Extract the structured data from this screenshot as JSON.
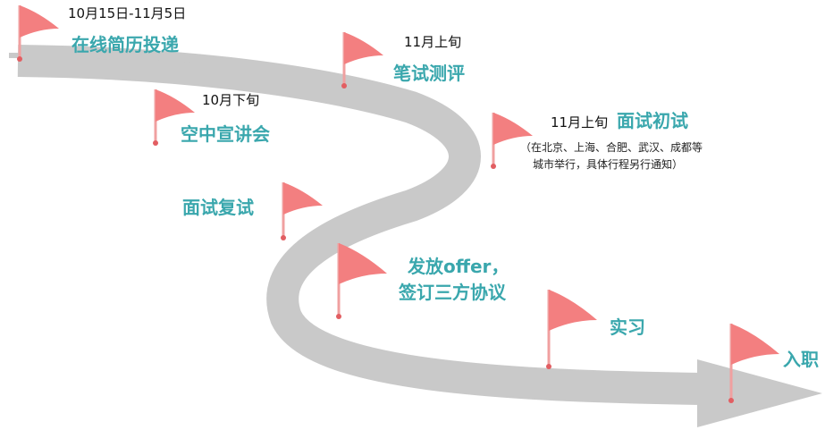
{
  "colors": {
    "road": "#c9c9c9",
    "flag": "#f37f80",
    "pole": "#f0a0a0",
    "stage_text": "#3aa7ad"
  },
  "milestones": [
    {
      "date": "10月15日-11月5日",
      "stage": "在线简历投递"
    },
    {
      "date": "10月下旬",
      "stage": "空中宣讲会"
    },
    {
      "date": "11月上旬",
      "stage": "笔试测评"
    },
    {
      "date": "11月上旬",
      "stage": "面试初试",
      "note_line1": "（在北京、上海、合肥、武汉、成都等",
      "note_line2": "城市举行，具体行程另行通知）"
    },
    {
      "stage": "面试复试"
    },
    {
      "stage_line1": "发放offer，",
      "stage_line2": "签订三方协议"
    },
    {
      "stage": "实习"
    },
    {
      "stage": "入职"
    }
  ]
}
